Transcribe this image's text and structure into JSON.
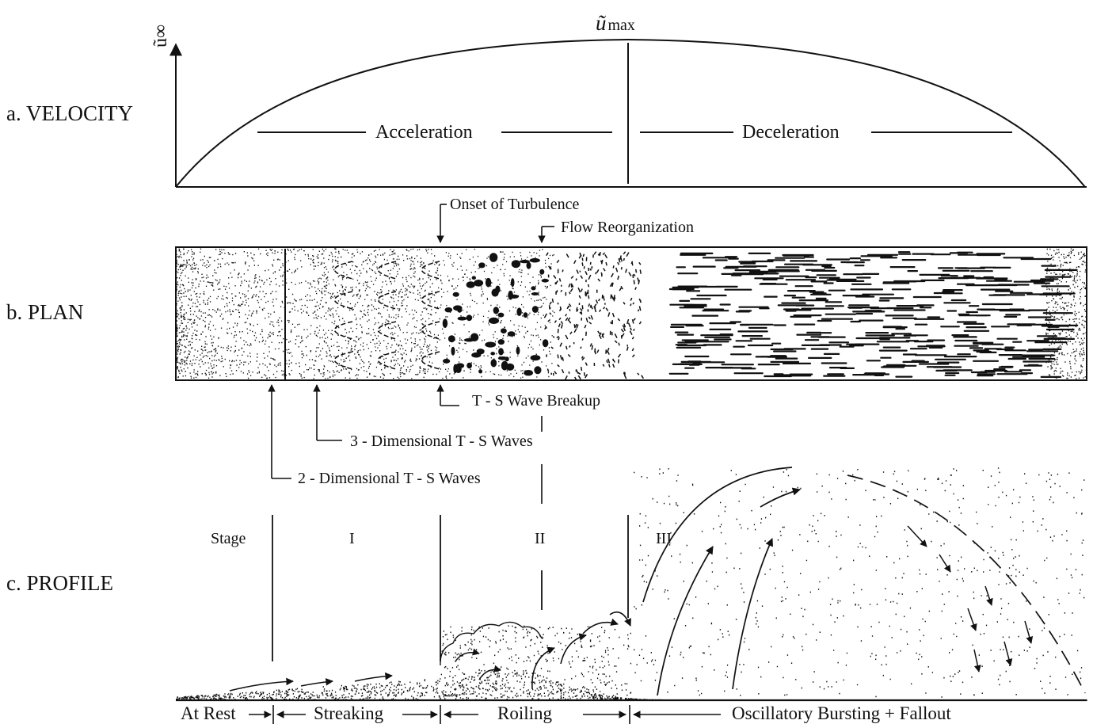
{
  "panels": {
    "velocity": "a.  VELOCITY",
    "plan": "b.  PLAN",
    "profile": "c.  PROFILE"
  },
  "velocity": {
    "y_axis_label": "ũ∞",
    "peak_label": "ũ",
    "peak_sub": "max",
    "acceleration": "Acceleration",
    "deceleration": "Deceleration"
  },
  "plan_annotations": {
    "onset": "Onset of Turbulence",
    "reorg": "Flow Reorganization",
    "breakup": "T - S Wave Breakup",
    "waves3d": "3 - Dimensional T - S Waves",
    "waves2d": "2 - Dimensional T - S Waves"
  },
  "profile": {
    "stage_label": "Stage",
    "stages": [
      "I",
      "II",
      "III"
    ]
  },
  "phases": [
    "At Rest",
    "Streaking",
    "Roiling",
    "Oscillatory Bursting + Fallout"
  ]
}
